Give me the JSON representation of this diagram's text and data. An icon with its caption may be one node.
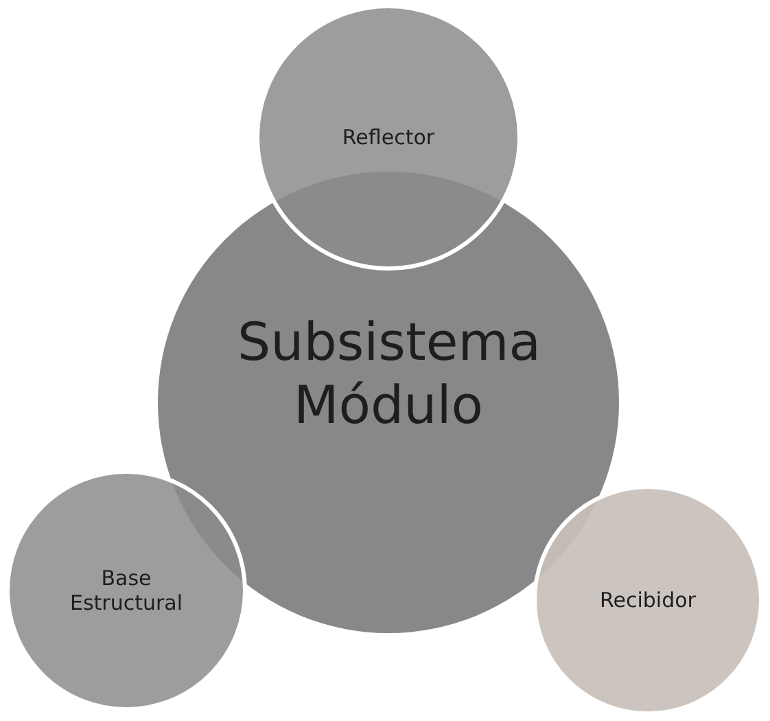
{
  "diagram": {
    "nodes": [
      {
        "text": [
          "Reflector"
        ]
      },
      {
        "text": [
          "Subsistema Módulo"
        ]
      },
      {
        "text": [
          "Base Estructural"
        ]
      },
      {
        "text": [
          "Recibidor"
        ]
      }
    ]
  }
}
